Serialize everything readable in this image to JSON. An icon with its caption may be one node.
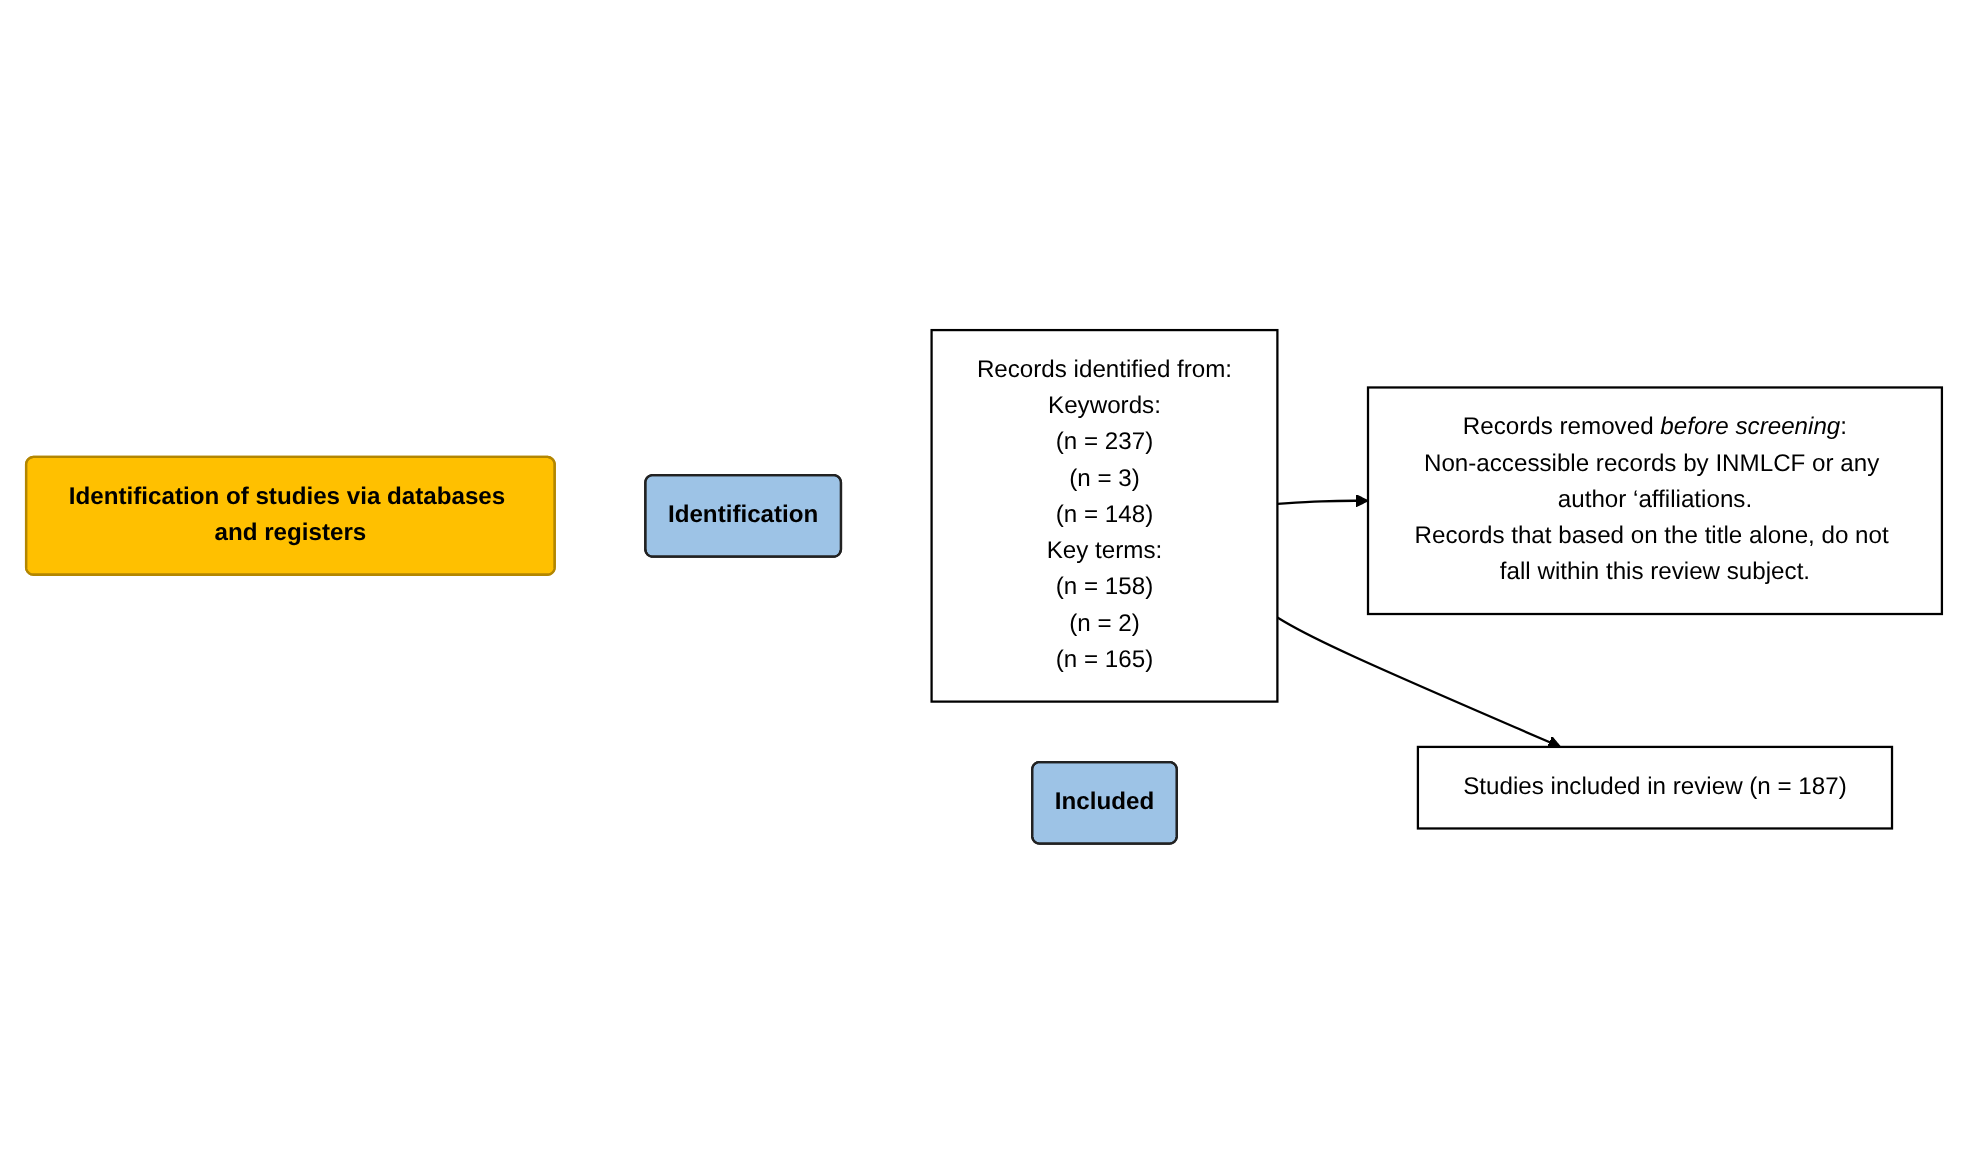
{
  "diagram": {
    "nodes": [
      {
        "text": [
          "Identification of studies via databases and registers"
        ]
      },
      {
        "text": [
          "Identification"
        ]
      },
      {
        "text": [
          "Records identified from:",
          "Keywords:",
          "(n = 237)",
          "(n = 3)",
          "(n = 148)",
          "Key terms:",
          "(n = 158)",
          "(n = 2)",
          "(n = 165)"
        ]
      },
      {
        "text": [
          "Records removed *before screening*:",
          "Non-accessible records by INMLCF or any author ‘affiliations.",
          "Records that based on the title alone, do not fall within this review subject."
        ]
      },
      {
        "text": [
          "Included"
        ]
      },
      {
        "text": [
          "Studies included in review (n = 187)"
        ]
      }
    ],
    "edges": [
      {
        "from": 2,
        "to": 3,
        "arrow": "to"
      },
      {
        "from": 2,
        "to": 5,
        "arrow": "to"
      }
    ]
  }
}
